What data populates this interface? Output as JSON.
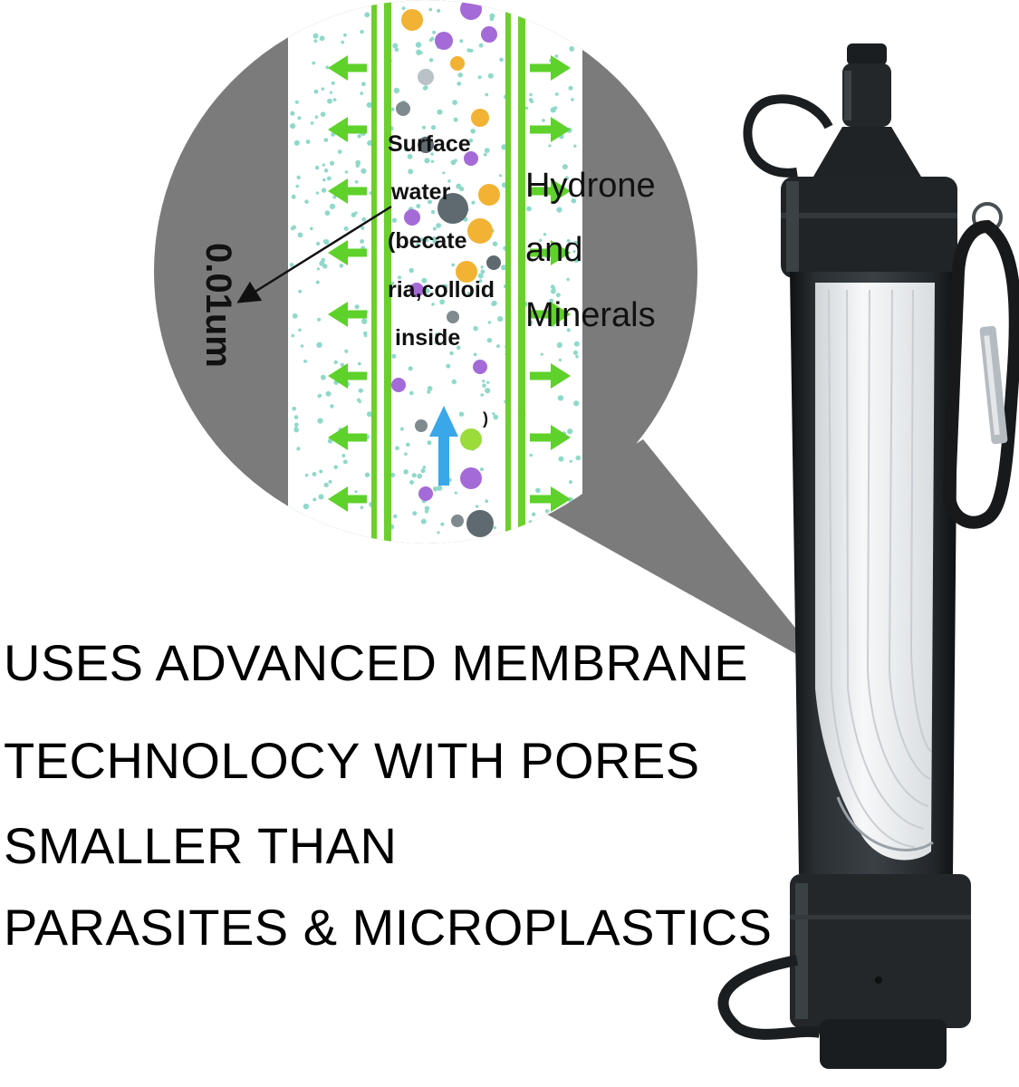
{
  "callout": {
    "pore_size": "0.01um",
    "surface_water_lines": [
      "Surface",
      "water",
      "(becate",
      "ria,colloid",
      "inside"
    ],
    "output_lines": [
      "Hydrone",
      "and",
      "Minerals"
    ],
    "stray_mark": ")"
  },
  "headline": {
    "line1": "USES ADVANCED MEMBRANE",
    "line2": "TECHNOLOCY WITH PORES",
    "line3": "SMALLER THAN",
    "line4": "PARASITES & MICROPLASTICS"
  },
  "colors": {
    "callout_gray": "#7b7b7b",
    "membrane_green": "#6ccf2e",
    "arrow_green": "#5ed12a",
    "flow_arrow_blue": "#3aa7e8",
    "filter_body": "#1f2326",
    "fiber_white": "#eef0f1"
  },
  "icons": [
    "carabiner-icon",
    "mouthpiece-icon",
    "flow-arrow-icon"
  ]
}
